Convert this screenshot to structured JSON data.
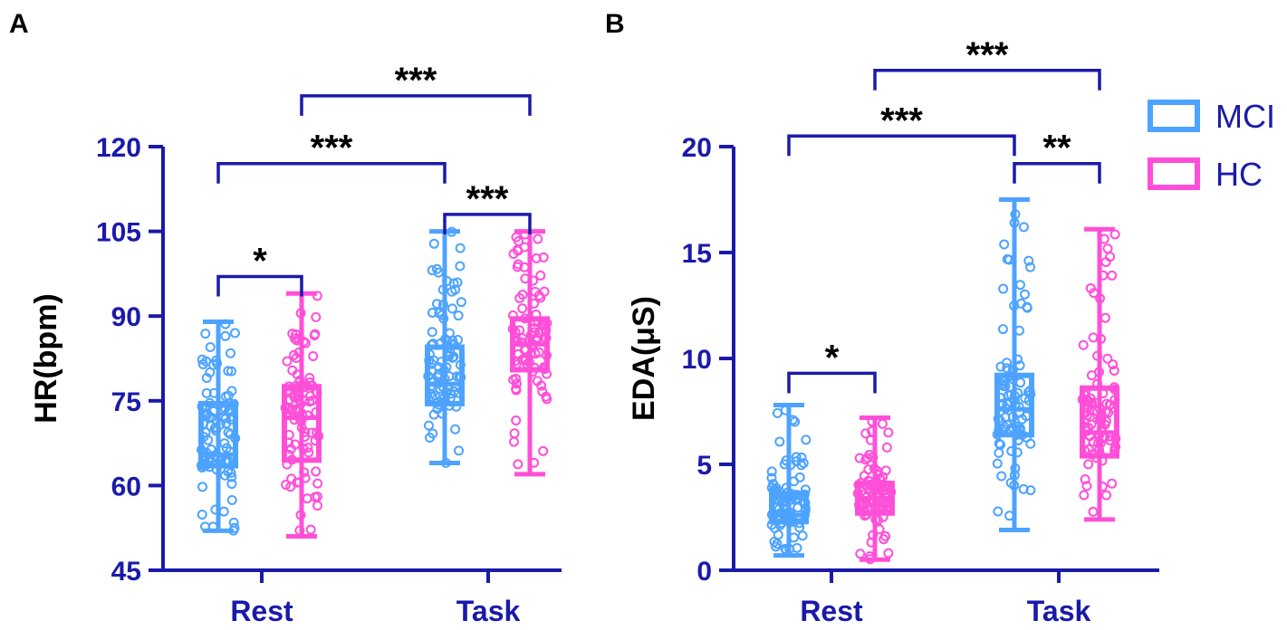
{
  "panels": [
    {
      "letter": "A",
      "chart_data": {
        "type": "box",
        "ylabel": "HR(bpm)",
        "ylim": [
          45,
          120
        ],
        "yticks": [
          45,
          60,
          75,
          90,
          105,
          120
        ],
        "categories": [
          "Rest",
          "Task"
        ],
        "groups": [
          {
            "name": "MCI",
            "color": "#4da3ff",
            "boxes": [
              {
                "category": "Rest",
                "min": 52,
                "q1": 63.5,
                "median": 65.5,
                "q3": 74.5,
                "max": 89
              },
              {
                "category": "Task",
                "min": 64,
                "q1": 74.5,
                "median": 78,
                "q3": 84.5,
                "max": 105
              }
            ]
          },
          {
            "name": "HC",
            "color": "#ff4fd8",
            "boxes": [
              {
                "category": "Rest",
                "min": 51,
                "q1": 64.5,
                "median": 72,
                "q3": 77.5,
                "max": 94
              },
              {
                "category": "Task",
                "min": 62,
                "q1": 80.5,
                "median": 85,
                "q3": 89.5,
                "max": 105
              }
            ]
          }
        ],
        "annotations": [
          {
            "text": "*",
            "from": [
              "Rest",
              "MCI"
            ],
            "to": [
              "Rest",
              "HC"
            ],
            "y": 97
          },
          {
            "text": "***",
            "from": [
              "Task",
              "MCI"
            ],
            "to": [
              "Task",
              "HC"
            ],
            "y": 108
          },
          {
            "text": "***",
            "from": [
              "Rest",
              "MCI"
            ],
            "to": [
              "Task",
              "MCI"
            ],
            "y": 117
          },
          {
            "text": "***",
            "from": [
              "Rest",
              "HC"
            ],
            "to": [
              "Task",
              "HC"
            ],
            "y": 129
          }
        ]
      }
    },
    {
      "letter": "B",
      "chart_data": {
        "type": "box",
        "ylabel": "EDA(μS)",
        "ylim": [
          0,
          20
        ],
        "yticks": [
          0,
          5,
          10,
          15,
          20
        ],
        "categories": [
          "Rest",
          "Task"
        ],
        "groups": [
          {
            "name": "MCI",
            "color": "#4da3ff",
            "boxes": [
              {
                "category": "Rest",
                "min": 0.7,
                "q1": 2.3,
                "median": 2.6,
                "q3": 3.6,
                "max": 7.8
              },
              {
                "category": "Task",
                "min": 1.9,
                "q1": 6.4,
                "median": 7.6,
                "q3": 9.2,
                "max": 17.5
              }
            ]
          },
          {
            "name": "HC",
            "color": "#ff4fd8",
            "boxes": [
              {
                "category": "Rest",
                "min": 0.5,
                "q1": 2.7,
                "median": 3.4,
                "q3": 4.1,
                "max": 7.2
              },
              {
                "category": "Task",
                "min": 2.4,
                "q1": 5.4,
                "median": 6.5,
                "q3": 8.6,
                "max": 16.1
              }
            ]
          }
        ],
        "annotations": [
          {
            "text": "*",
            "from": [
              "Rest",
              "MCI"
            ],
            "to": [
              "Rest",
              "HC"
            ],
            "y": 9.3
          },
          {
            "text": "**",
            "from": [
              "Task",
              "MCI"
            ],
            "to": [
              "Task",
              "HC"
            ],
            "y": 19.2
          },
          {
            "text": "***",
            "from": [
              "Rest",
              "MCI"
            ],
            "to": [
              "Task",
              "MCI"
            ],
            "y": 20.5
          },
          {
            "text": "***",
            "from": [
              "Rest",
              "HC"
            ],
            "to": [
              "Task",
              "HC"
            ],
            "y": 23.6
          }
        ]
      }
    }
  ],
  "legend": [
    {
      "name": "MCI",
      "color": "#4da3ff"
    },
    {
      "name": "HC",
      "color": "#ff4fd8"
    }
  ],
  "colors": {
    "axis": "#1a1aaa",
    "text": "#000000"
  }
}
